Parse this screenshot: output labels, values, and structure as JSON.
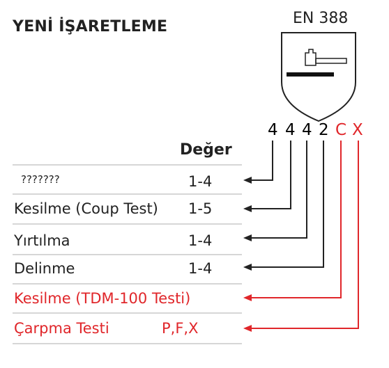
{
  "title": "YENİ İŞARETLEME",
  "standard": "EN 388",
  "code": [
    "4",
    "4",
    "4",
    "2",
    "C",
    "X"
  ],
  "column_header": "Değer",
  "rows": [
    {
      "label": "???????",
      "value": "1-4"
    },
    {
      "label": "Kesilme (Coup Test)",
      "value": "1-5"
    },
    {
      "label": "Yırtılma",
      "value": "1-4"
    },
    {
      "label": "Delinme",
      "value": "1-4"
    },
    {
      "label": "Kesilme (TDM-100 Testi)",
      "value": ""
    },
    {
      "label": "Çarpma Testi",
      "value": "P,F,X"
    }
  ],
  "colors": {
    "black": "#222222",
    "red": "#e0262a",
    "divider": "#c8c8c8"
  },
  "icons": [
    "shield-icon",
    "hammer-icon"
  ]
}
